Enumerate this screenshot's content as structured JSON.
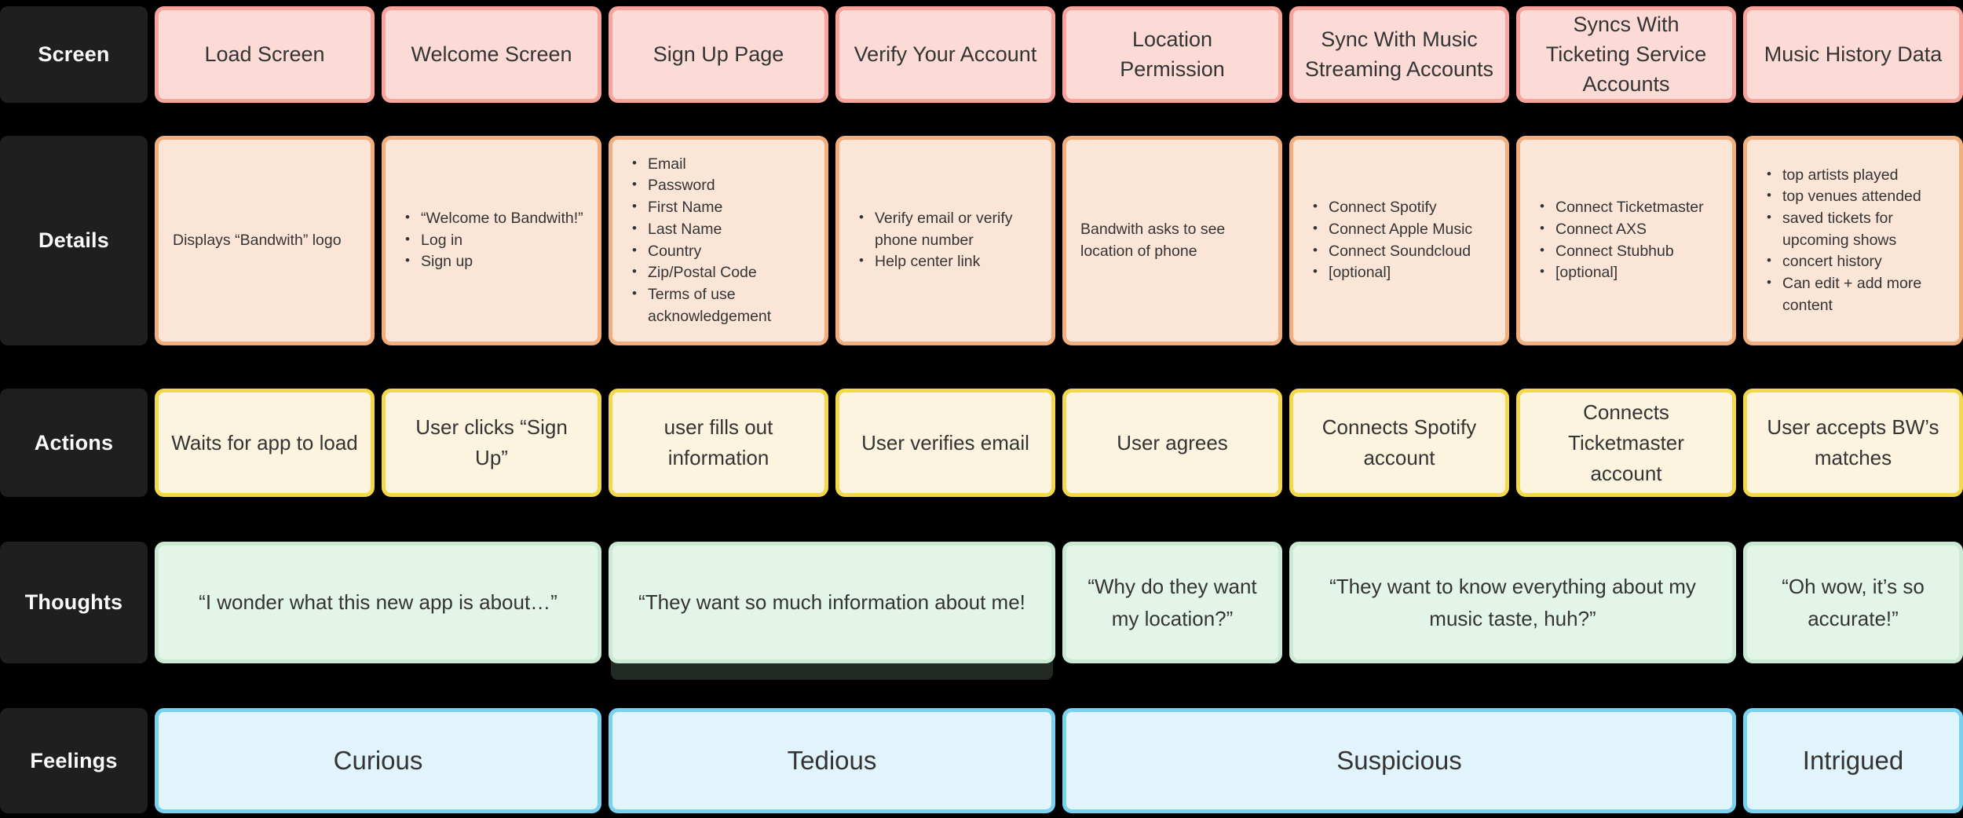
{
  "screen": {
    "label": "Screen",
    "cards": [
      "Load Screen",
      "Welcome Screen",
      "Sign Up Page",
      "Verify Your Account",
      "Location Permission",
      "Sync With Music Streaming Accounts",
      "Syncs With Ticketing Service Accounts",
      "Music History Data"
    ]
  },
  "details": {
    "label": "Details",
    "load_screen_text": "Displays “Bandwith” logo",
    "welcome_items": [
      "“Welcome to Bandwith!”",
      "Log in",
      "Sign up"
    ],
    "signup_items": [
      "Email",
      "Password",
      "First Name",
      "Last Name",
      "Country",
      "Zip/Postal Code",
      "Terms of use acknowledgement"
    ],
    "verify_items": [
      "Verify email or verify phone number",
      "Help center link"
    ],
    "location_text": "Bandwith asks to see location of phone",
    "music_sync_items": [
      "Connect Spotify",
      "Connect Apple Music",
      "Connect Soundcloud",
      "[optional]"
    ],
    "ticketing_sync_items": [
      "Connect Ticketmaster",
      "Connect AXS",
      "Connect Stubhub",
      "[optional]"
    ],
    "music_history_items": [
      "top artists played",
      "top venues attended",
      "saved tickets for upcoming shows",
      "concert history",
      "Can edit + add more content"
    ]
  },
  "actions": {
    "label": "Actions",
    "cards": [
      "Waits for app to load",
      "User clicks “Sign Up”",
      "user fills out information",
      "User verifies email",
      "User agrees",
      "Connects Spotify account",
      "Connects Ticketmaster account",
      "User accepts BW’s matches"
    ]
  },
  "thoughts": {
    "label": "Thoughts",
    "cards": [
      "“I wonder what this new app is about…”",
      "“They want so much information about me!",
      "“Why do they want my location?”",
      "“They want to know everything about my music taste, huh?”",
      "“Oh wow, it’s so accurate!”"
    ]
  },
  "feelings": {
    "label": "Feelings",
    "cards": [
      "Curious",
      "Tedious",
      "Suspicious",
      "Intrigued"
    ]
  },
  "colors": {
    "background": "#000000",
    "row_label_bg": "#1F1F1F",
    "screen_fill": "#FCDBD6",
    "screen_border": "#F8A49D",
    "details_fill": "#FBE5D6",
    "details_border": "#F2AF7D",
    "actions_fill": "#FCF4DF",
    "actions_border": "#F3D84C",
    "thoughts_fill": "#E3F5E8",
    "thoughts_border": "#CBE9D4",
    "feelings_fill": "#E1F4FB",
    "feelings_border": "#77D1EF",
    "text": "#343434"
  }
}
